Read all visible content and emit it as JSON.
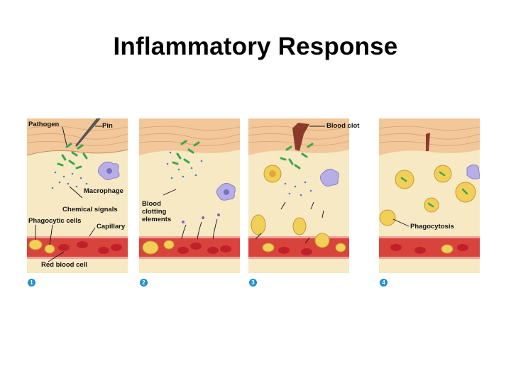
{
  "title": "Inflammatory Response",
  "panels": [
    {
      "step": "1",
      "labels": {
        "pathogen": "Pathogen",
        "pin": "Pin",
        "macrophage": "Macrophage",
        "chemical_signals": "Chemical signals",
        "phagocytic_cells": "Phagocytic cells",
        "capillary": "Capillary",
        "red_blood_cell": "Red blood cell"
      }
    },
    {
      "step": "2",
      "labels": {
        "blood_clotting_elements_1": "Blood",
        "blood_clotting_elements_2": "clotting",
        "blood_clotting_elements_3": "elements"
      }
    },
    {
      "step": "3",
      "labels": {
        "blood_clot": "Blood clot"
      }
    },
    {
      "step": "4",
      "labels": {
        "phagocytosis": "Phagocytosis"
      }
    }
  ],
  "colors": {
    "skin": "#f2c79a",
    "tissue": "#f6e9c4",
    "capillary": "#d8443c",
    "red_cell": "#c0202a",
    "phagocyte": "#f1cf59",
    "macrophage": "#b7aee8",
    "bacteria": "#3aa64a",
    "signal_dot": "#5a78c8",
    "step_badge": "#1f8fc9"
  }
}
